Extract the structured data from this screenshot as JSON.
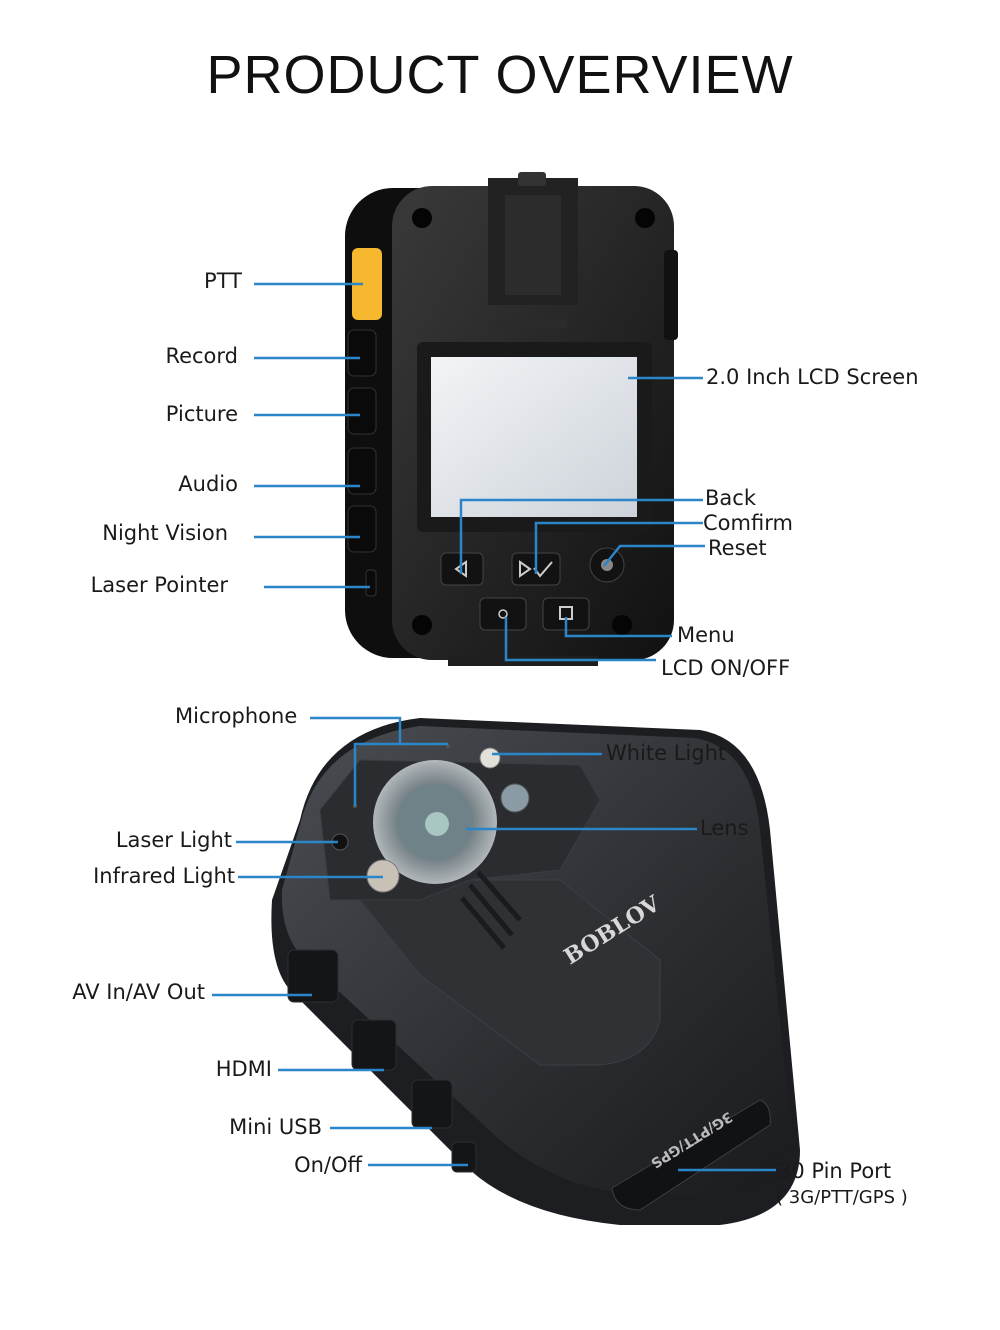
{
  "title": "PRODUCT OVERVIEW",
  "colors": {
    "leader_line": "#2a86c8",
    "device_body": "#1c1c1c",
    "ptt_button": "#f5b82e",
    "lcd_screen": "#dfe3e8",
    "text": "#1a1a1a"
  },
  "top_view": {
    "left_labels": {
      "ptt": "PTT",
      "record": "Record",
      "picture": "Picture",
      "audio": "Audio",
      "night_vision": "Night Vision",
      "laser_pointer": "Laser Pointer"
    },
    "right_labels": {
      "lcd_screen": "2.0 Inch LCD Screen",
      "back": "Back",
      "confirm": "Comfirm",
      "reset": "Reset",
      "menu": "Menu",
      "lcd_on_off": "LCD ON/OFF"
    }
  },
  "bottom_view": {
    "brand": "BOBLOV",
    "port_cover_text": "3G/PTT/GPS",
    "left_labels": {
      "microphone": "Microphone",
      "laser_light": "Laser Light",
      "infrared_light": "Infrared Light",
      "av_in_out": "AV In/AV Out",
      "hdmi": "HDMI",
      "mini_usb": "Mini USB",
      "on_off": "On/Off"
    },
    "right_labels": {
      "white_light": "White Light",
      "lens": "Lens",
      "pin_port": "30 Pin Port",
      "pin_port_sub": "( 3G/PTT/GPS )"
    }
  }
}
